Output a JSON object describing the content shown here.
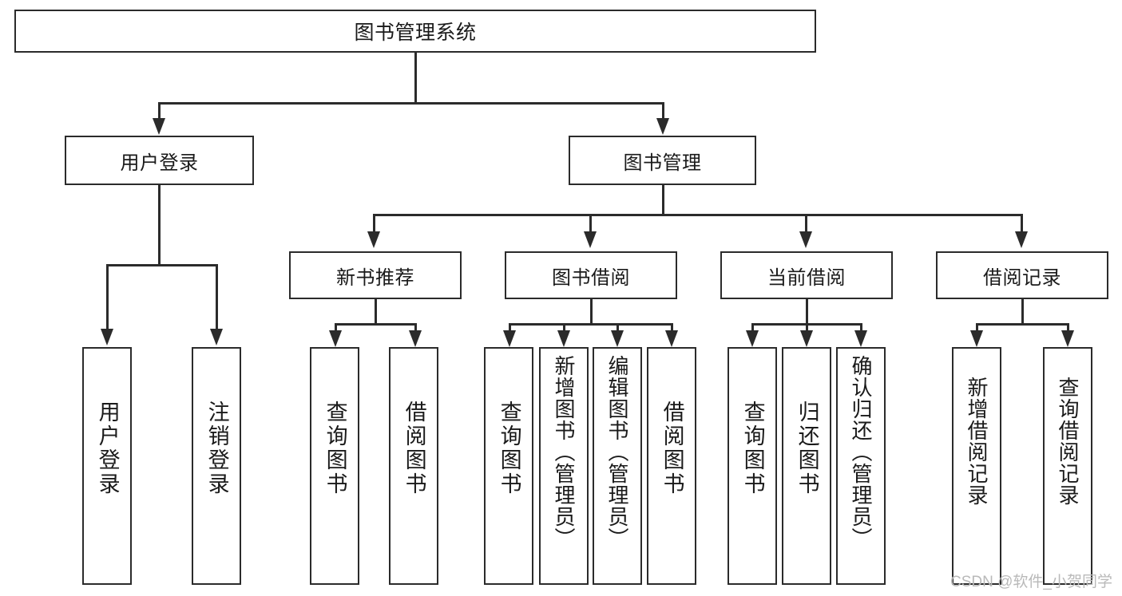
{
  "diagram": {
    "type": "tree-hierarchy-chart",
    "title": "图书管理系统",
    "background_color": "#ffffff",
    "line_color": "#2b2b2b",
    "text_color": "#1a1a1a",
    "levels": 4
  },
  "root": {
    "label": "图书管理系统"
  },
  "level2": [
    {
      "label": "用户登录"
    },
    {
      "label": "图书管理"
    }
  ],
  "level3": [
    {
      "label": "新书推荐"
    },
    {
      "label": "图书借阅"
    },
    {
      "label": "当前借阅"
    },
    {
      "label": "借阅记录"
    }
  ],
  "leaves": {
    "user_login": [
      {
        "label": "用户登录"
      },
      {
        "label": "注销登录"
      }
    ],
    "new_book_recommend": [
      {
        "label": "查询图书"
      },
      {
        "label": "借阅图书"
      }
    ],
    "book_borrow": [
      {
        "label": "查询图书"
      },
      {
        "label": "新增图书（管理员）"
      },
      {
        "label": "编辑图书（管理员）"
      },
      {
        "label": "借阅图书"
      }
    ],
    "current_borrow": [
      {
        "label": "查询图书"
      },
      {
        "label": "归还图书"
      },
      {
        "label": "确认归还（管理员）"
      }
    ],
    "borrow_record": [
      {
        "label": "新增借阅记录"
      },
      {
        "label": "查询借阅记录"
      }
    ]
  },
  "watermark": {
    "text": "CSDN @软件_小贺同学",
    "color": "#b9b9b9"
  }
}
